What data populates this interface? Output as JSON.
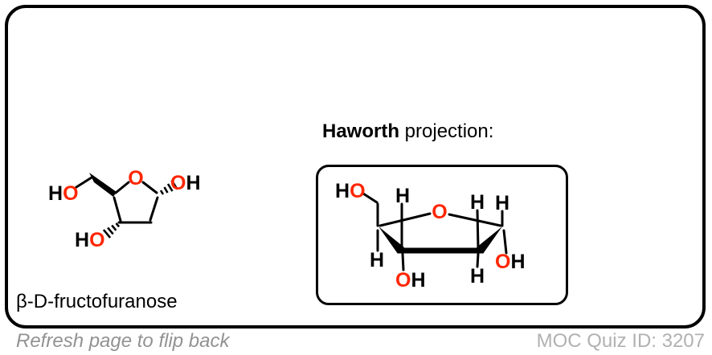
{
  "labels": {
    "molecule_name": "β-D-fructofuranose",
    "haworth_bold": "Haworth",
    "haworth_rest": " projection:"
  },
  "atoms": {
    "O": "O",
    "H": "H"
  },
  "footer": {
    "refresh_note": "Refresh page to flip back",
    "quiz_id": "MOC Quiz ID: 3207"
  },
  "colors": {
    "oxygen_red": "#ff2600",
    "bond_black": "#000000",
    "refresh_gray": "#929292",
    "quiz_id_gray": "#b1b1b1"
  }
}
